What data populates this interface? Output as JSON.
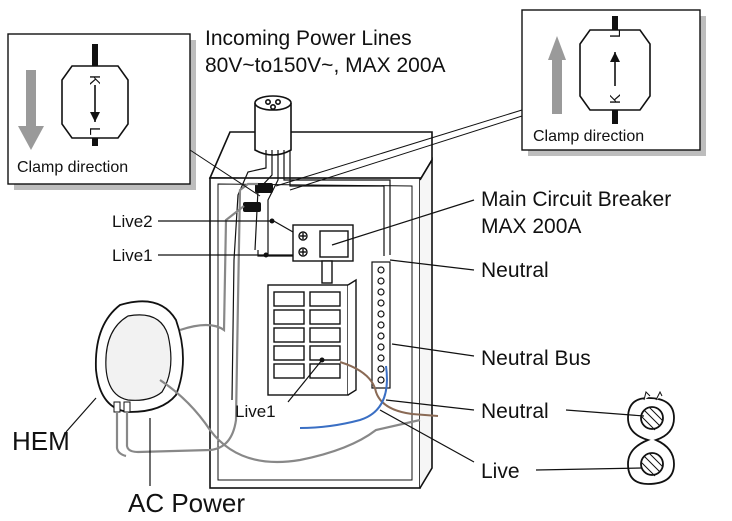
{
  "header": {
    "line1": "Incoming Power Lines",
    "line2": "80V~to150V~,  MAX 200A"
  },
  "left_inset": {
    "clamp_letter_top": "K",
    "clamp_letter_bottom": "L",
    "caption": "Clamp direction"
  },
  "right_inset": {
    "clamp_letter_top": "L",
    "clamp_letter_bottom": "K",
    "caption": "Clamp direction"
  },
  "labels": {
    "live2": "Live2",
    "live1": "Live1",
    "live1_breaker": "Live1",
    "main_breaker_line1": "Main Circuit Breaker",
    "main_breaker_line2": "MAX 200A",
    "neutral_top": "Neutral",
    "neutral_bus": "Neutral Bus",
    "neutral_plug": "Neutral",
    "live_plug": "Live",
    "hem": "HEM",
    "ac_power": "AC Power"
  },
  "colors": {
    "line": "#111111",
    "box_fill": "#ffffff",
    "arrow_gray": "#9a9a9a",
    "inset_shadow": "#bdbdbd",
    "neutral_wire": "#3a6fc4",
    "live_wire": "#8a6a55",
    "cable_gray": "#888888"
  }
}
